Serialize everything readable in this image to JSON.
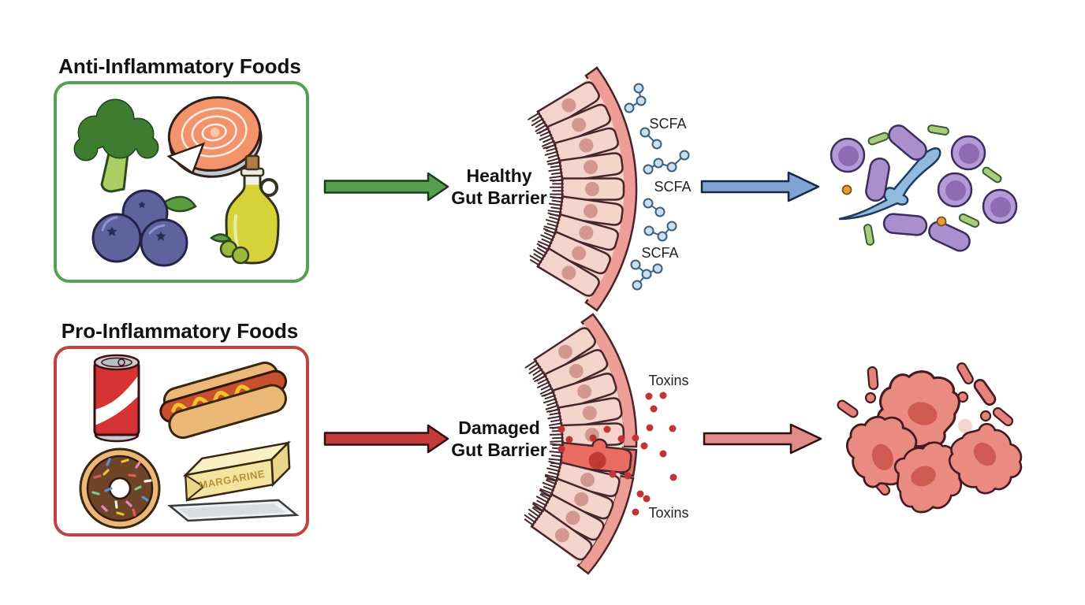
{
  "colors": {
    "box_green": "#55a055",
    "box_red": "#c24242",
    "arrow_green": "#55a04e",
    "arrow_blue": "#7fa3d4",
    "arrow_red": "#c43b3b",
    "arrow_pink": "#e08a8a"
  },
  "top_row": {
    "title": "Anti-Inflammatory Foods",
    "foods": [
      {
        "icon": "broccoli-icon"
      },
      {
        "icon": "salmon-steak-icon"
      },
      {
        "icon": "blueberries-icon"
      },
      {
        "icon": "olive-oil-bottle-icon"
      }
    ],
    "barrier_label": {
      "line1": "Healthy",
      "line2": "Gut Barrier"
    },
    "molecule_labels": [
      "SCFA",
      "SCFA",
      "SCFA"
    ],
    "result_icon": "healthy-immune-cells-and-microbes"
  },
  "bottom_row": {
    "title": "Pro-Inflammatory Foods",
    "foods": [
      {
        "icon": "soda-can-icon"
      },
      {
        "icon": "hot-dog-icon"
      },
      {
        "icon": "donut-icon"
      },
      {
        "icon": "margarine-icon",
        "label": "MARGARINE"
      }
    ],
    "barrier_label": {
      "line1": "Damaged",
      "line2": "Gut Barrier"
    },
    "molecule_labels": [
      "Toxins",
      "Toxins"
    ],
    "result_icon": "inflamed-cells"
  }
}
